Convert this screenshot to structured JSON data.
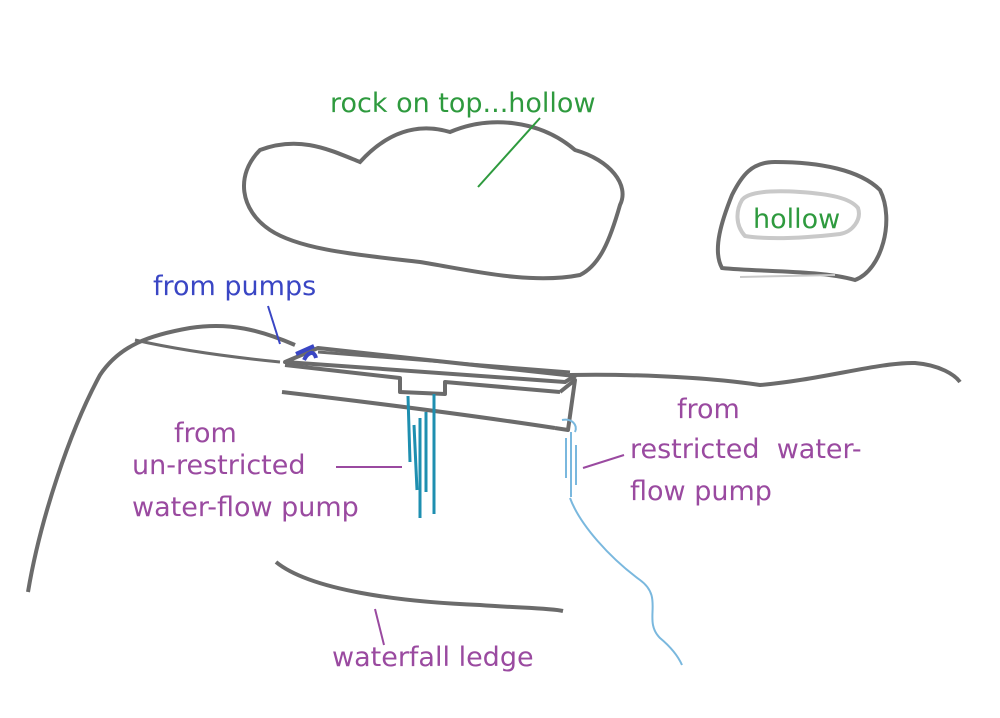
{
  "labels": {
    "rock": "rock on top...hollow",
    "hollow": "hollow",
    "from_pumps": "from pumps",
    "unrestricted_1": "from",
    "unrestricted_2": "un-restricted",
    "unrestricted_3": "water-flow pump",
    "restricted_1": "from",
    "restricted_2": "restricted  water-",
    "restricted_3": "flow pump",
    "ledge": "waterfall ledge"
  },
  "colors": {
    "outline": "#6b6b6b",
    "green": "#2e9a3e",
    "blue": "#3a46c4",
    "purple": "#9a4aa0",
    "water_dark": "#1e8fb0",
    "water_light": "#7ab8de",
    "hollow_fill": "#c9c9c9"
  }
}
